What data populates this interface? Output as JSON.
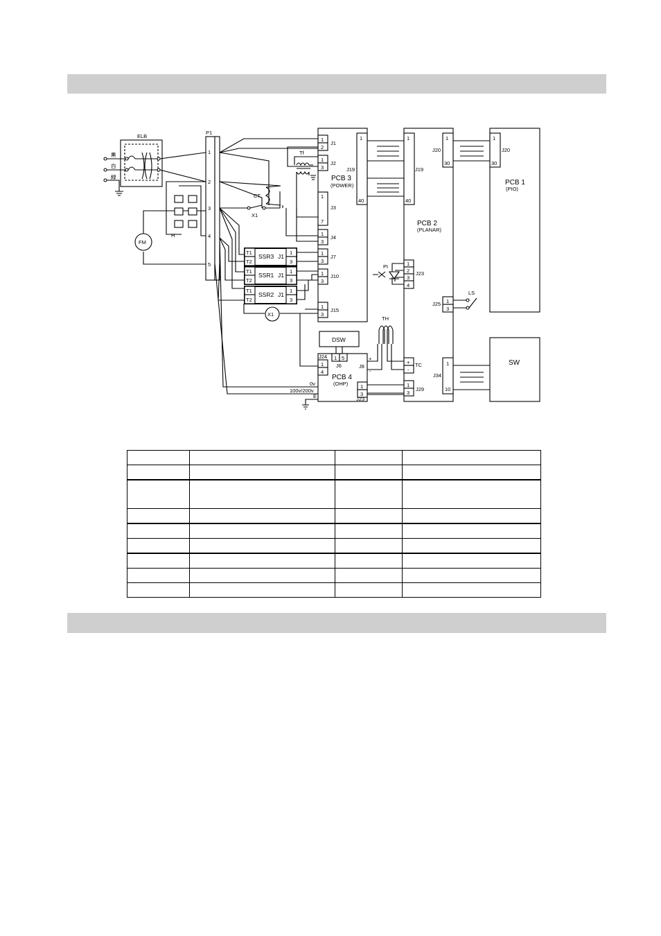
{
  "diagram": {
    "elb": {
      "label": "ELB",
      "lines": [
        "黒",
        "白",
        "緑"
      ]
    },
    "p1": {
      "label": "P1",
      "terminals": [
        "1",
        "2",
        "3",
        "4",
        "5"
      ]
    },
    "fm": "FM",
    "heater": "H",
    "ct": "CT",
    "x1": "X1",
    "tf": "Tf",
    "ssr": [
      {
        "name": "SSR3",
        "t1": "T1",
        "t2": "T2",
        "j": "J1",
        "p1": "1",
        "p3": "3"
      },
      {
        "name": "SSR1",
        "t1": "T1",
        "t2": "T2",
        "j": "J1",
        "p1": "1",
        "p3": "3"
      },
      {
        "name": "SSR2",
        "t1": "T1",
        "t2": "T2",
        "j": "J1",
        "p1": "1",
        "p3": "3"
      }
    ],
    "pcb3": {
      "name": "PCB 3",
      "sub": "(POWER)",
      "connectors": [
        {
          "label": "J1",
          "pins": [
            "1",
            "2"
          ]
        },
        {
          "label": "J2",
          "pins": [
            "1",
            "3"
          ]
        },
        {
          "label": "J3",
          "pins": [
            "1",
            "7"
          ]
        },
        {
          "label": "J4",
          "pins": [
            "1",
            "3"
          ]
        },
        {
          "label": "J7",
          "pins": [
            "1",
            "3"
          ]
        },
        {
          "label": "J10",
          "pins": [
            "1",
            "3"
          ]
        },
        {
          "label": "J15",
          "pins": [
            "1",
            "3"
          ]
        }
      ],
      "j19": {
        "label": "J19",
        "top": "1",
        "bottom": "40"
      }
    },
    "pcb2": {
      "name": "PCB 2",
      "sub": "(PLANAR)",
      "j19": {
        "label": "J19",
        "top": "1",
        "bottom": "40"
      },
      "j20": {
        "label": "J20",
        "top": "1",
        "bottom": "30"
      },
      "j23": {
        "label": "J23",
        "pins": [
          "1",
          "2",
          "3",
          "4"
        ]
      },
      "j25": {
        "label": "J25",
        "pins": [
          "1",
          "3"
        ]
      },
      "tc": {
        "label": "TC",
        "plus": "+",
        "minus": "-"
      },
      "j34": {
        "label": "J34",
        "top": "1",
        "bottom": "10"
      },
      "j29": {
        "label": "J29",
        "pins": [
          "1",
          "3"
        ]
      }
    },
    "pcb1": {
      "name": "PCB 1",
      "sub": "(PIO)",
      "j20": {
        "label": "J20",
        "top": "1",
        "bottom": "30"
      }
    },
    "sw": "SW",
    "ls": "LS",
    "pi": "PI",
    "th": "TH",
    "dsw": "DSW",
    "pcb4": {
      "name": "PCB 4",
      "sub": "(OHP)",
      "j24": {
        "label": "J24",
        "pins": [
          "1",
          "4"
        ]
      },
      "j6": {
        "label": "J6",
        "pins": [
          "1",
          "5"
        ]
      },
      "j8": {
        "label": "J8",
        "plus": "+",
        "minus": "-"
      },
      "j23": {
        "label": "J23",
        "pins": [
          "1",
          "3"
        ]
      },
      "v0": "0v",
      "v100": "100v/200v",
      "e": "E"
    }
  }
}
